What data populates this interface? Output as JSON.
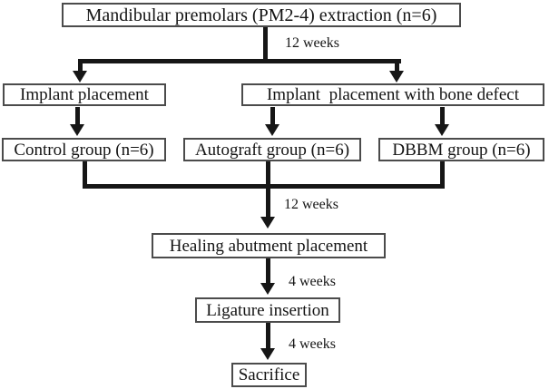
{
  "figure": {
    "type": "flowchart",
    "background_color": "#ffffff",
    "line_color": "#161616",
    "box_border_color": "#4b4b4b",
    "text_color": "#141414",
    "nodes": {
      "extraction": "Mandibular premolars (PM2-4) extraction (n=6)",
      "implant_placement": "Implant placement",
      "implant_bone_defect": "Implant  placement with bone defect",
      "control": "Control group (n=6)",
      "autograft": "Autograft group (n=6)",
      "dbbm": "DBBM group (n=6)",
      "healing": "Healing abutment placement",
      "ligature": "Ligature insertion",
      "sacrifice": "Sacrifice"
    },
    "interval_labels": {
      "after_extraction": "12 weeks",
      "after_groups": "12 weeks",
      "after_healing": "4 weeks",
      "after_ligature": "4 weeks"
    },
    "edges": [
      {
        "from": "extraction",
        "to": "implant_placement",
        "label": "12 weeks"
      },
      {
        "from": "extraction",
        "to": "implant_bone_defect",
        "label": "12 weeks"
      },
      {
        "from": "implant_placement",
        "to": "control",
        "label": ""
      },
      {
        "from": "implant_bone_defect",
        "to": "autograft",
        "label": ""
      },
      {
        "from": "implant_bone_defect",
        "to": "dbbm",
        "label": ""
      },
      {
        "from": "control",
        "to": "healing",
        "label": "12 weeks"
      },
      {
        "from": "autograft",
        "to": "healing",
        "label": "12 weeks"
      },
      {
        "from": "dbbm",
        "to": "healing",
        "label": "12 weeks"
      },
      {
        "from": "healing",
        "to": "ligature",
        "label": "4 weeks"
      },
      {
        "from": "ligature",
        "to": "sacrifice",
        "label": "4 weeks"
      }
    ]
  }
}
